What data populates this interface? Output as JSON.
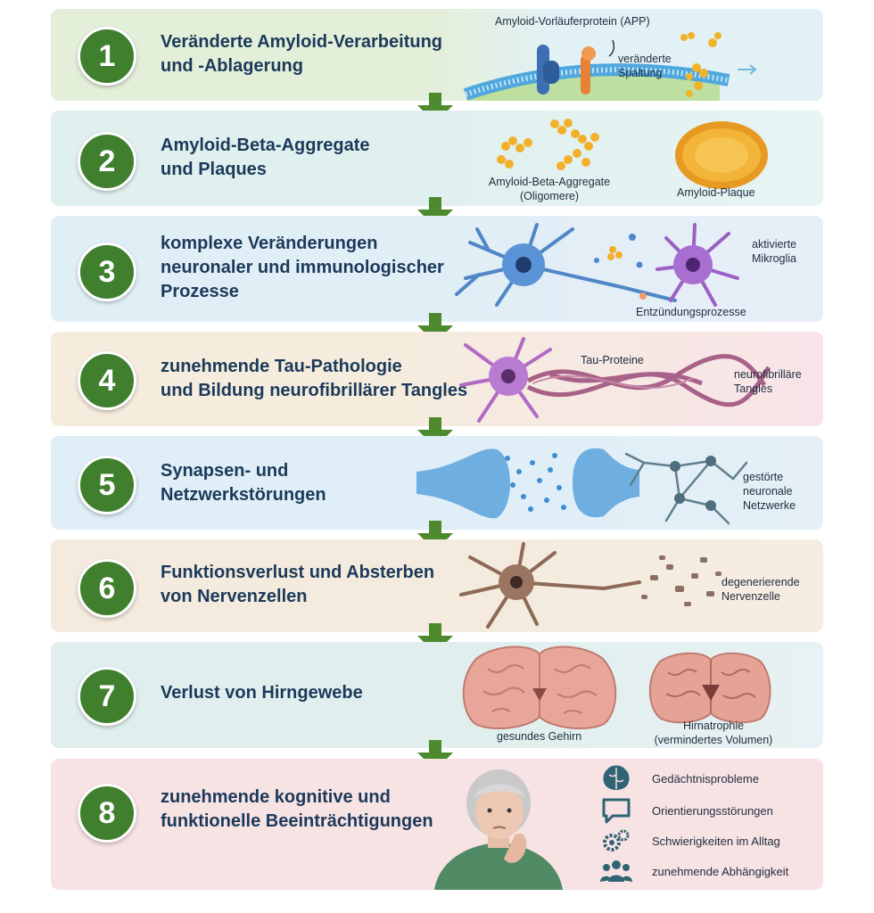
{
  "steps": [
    {
      "number": "1",
      "title": "Veränderte Amyloid-Verarbeitung\nund -Ablagerung",
      "labels": {
        "app": "Amyloid-Vorläuferprotein (APP)",
        "cleavage": "veränderte\nSpaltung"
      }
    },
    {
      "number": "2",
      "title": "Amyloid-Beta-Aggregate\nund Plaques",
      "labels": {
        "oligomers": "Amyloid-Beta-Aggregate\n(Oligomere)",
        "plaque": "Amyloid-Plaque"
      }
    },
    {
      "number": "3",
      "title": "komplexe Veränderungen\nneuronaler und immunologischer\nProzesse",
      "labels": {
        "microglia": "aktivierte\nMikroglia",
        "inflammation": "Entzündungsprozesse"
      }
    },
    {
      "number": "4",
      "title": "zunehmende Tau-Pathologie\nund Bildung neurofibrillärer Tangles",
      "labels": {
        "tau": "Tau-Proteine",
        "tangles": "neurofibrilläre\nTangles"
      }
    },
    {
      "number": "5",
      "title": "Synapsen- und\nNetzwerkstörungen",
      "labels": {
        "network": "gestörte\nneuronale\nNetzwerke"
      }
    },
    {
      "number": "6",
      "title": "Funktionsverlust und Absterben\nvon Nervenzellen",
      "labels": {
        "degenerating": "degenerierende\nNervenzelle"
      }
    },
    {
      "number": "7",
      "title": "Verlust von Hirngewebe",
      "labels": {
        "healthy": "gesundes Gehirn",
        "atrophy": "Hirnatrophie\n(vermindertes Volumen)"
      }
    },
    {
      "number": "8",
      "title": "zunehmende kognitive und\nfunktionelle Beeinträchtigungen",
      "symptoms": [
        {
          "icon": "brain-icon",
          "text": "Gedächtnisprobleme"
        },
        {
          "icon": "speech-bubble-icon",
          "text": "Orientierungsstörungen"
        },
        {
          "icon": "gears-icon",
          "text": "Schwierigkeiten im Alltag"
        },
        {
          "icon": "people-icon",
          "text": "zunehmende Abhängigkeit"
        }
      ]
    }
  ],
  "colors": {
    "arrow": "#4d8a2e",
    "circle": "#3f7f2e",
    "title": "#1b3a5a"
  }
}
